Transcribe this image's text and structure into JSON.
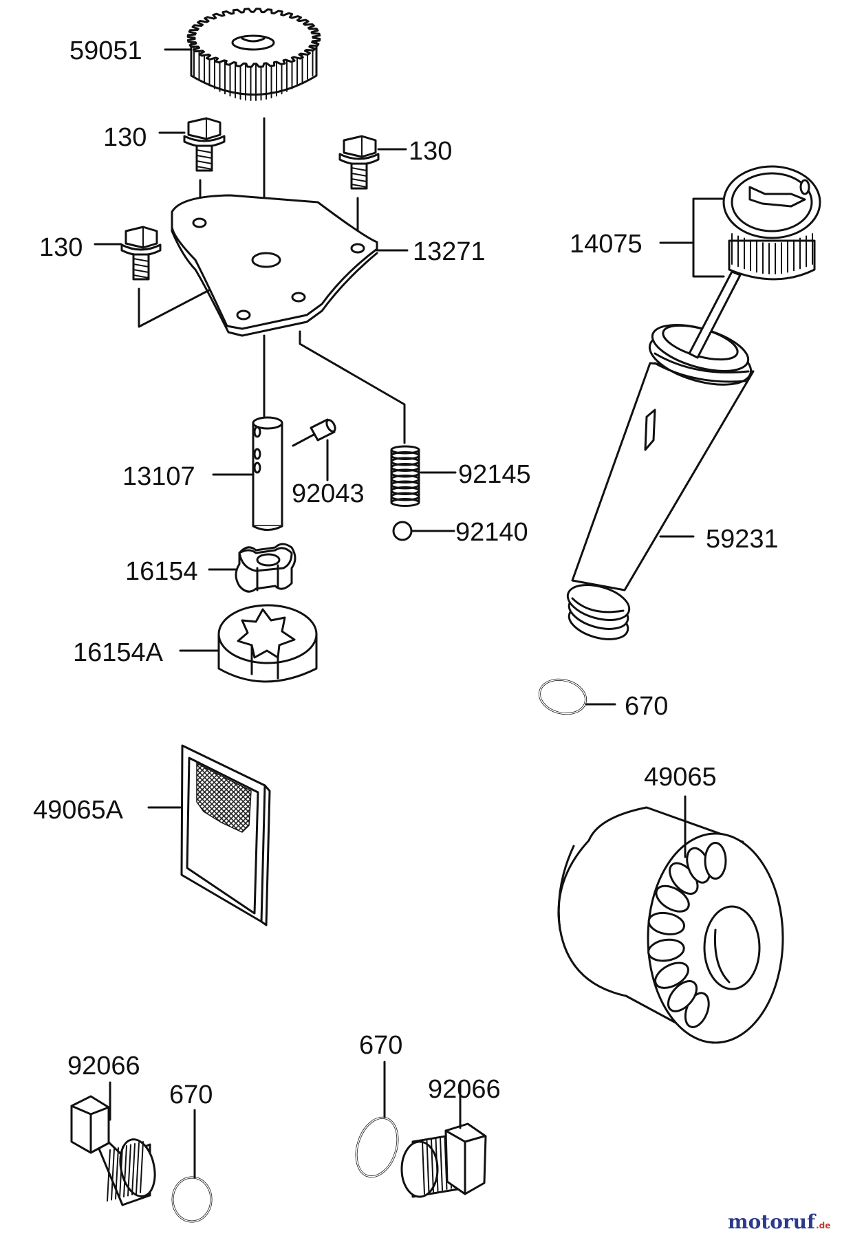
{
  "parts": {
    "p59051": "59051",
    "p130_a": "130",
    "p130_b": "130",
    "p130_c": "130",
    "p13271": "13271",
    "p14075": "14075",
    "p13107": "13107",
    "p92043": "92043",
    "p92145": "92145",
    "p92140": "92140",
    "p59231": "59231",
    "p16154": "16154",
    "p16154A": "16154A",
    "p670_a": "670",
    "p49065": "49065",
    "p49065A": "49065A",
    "p92066_a": "92066",
    "p670_b": "670",
    "p670_c": "670",
    "p92066_b": "92066"
  },
  "watermark": {
    "main": "motoruf",
    "suffix": ".de"
  },
  "colors": {
    "line": "#111111",
    "watermark_dark": "#2b3a8c",
    "watermark_accent": "#c0392b"
  }
}
